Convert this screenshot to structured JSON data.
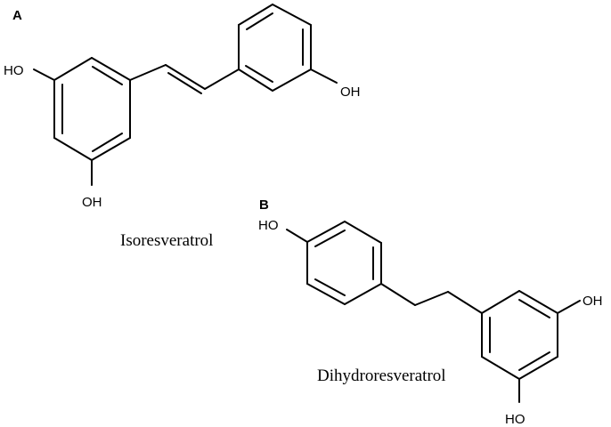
{
  "figure": {
    "panel_a": {
      "letter": "A",
      "compound_name": "Isoresveratrol",
      "labels": [
        "HO",
        "OH",
        "OH"
      ]
    },
    "panel_b": {
      "letter": "B",
      "compound_name": "Dihydroresveratrol",
      "labels": [
        "HO",
        "OH",
        "HO"
      ]
    }
  }
}
